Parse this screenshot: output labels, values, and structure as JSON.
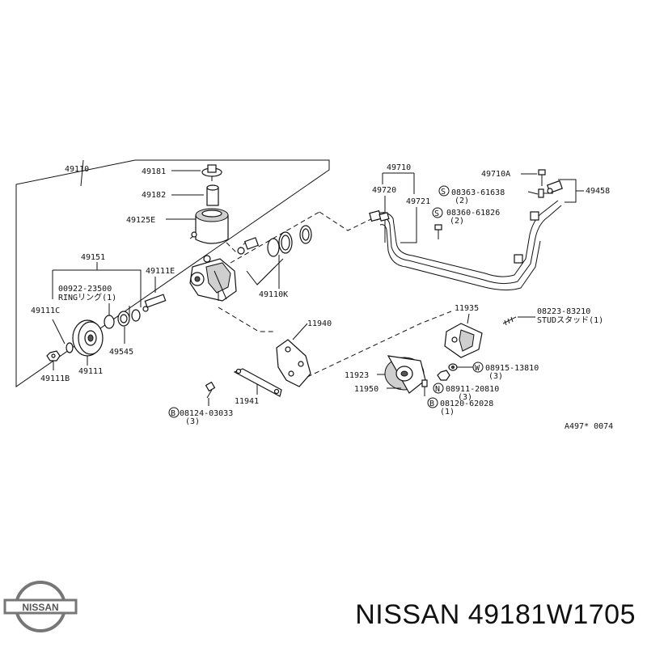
{
  "diagram": {
    "callouts": {
      "c49110": "49110",
      "c49181": "49181",
      "c49182": "49182",
      "c49125E": "49125E",
      "c49151": "49151",
      "c49111E": "49111E",
      "c00922_1": "00922-23500",
      "c00922_2": "RINGリング(1)",
      "c49111C": "49111C",
      "c49545": "49545",
      "c49111": "49111",
      "c49111B": "49111B",
      "c49110K": "49110K",
      "c49710": "49710",
      "c49720": "49720",
      "c49721": "49721",
      "c08363_1": "08363-61638",
      "c08363_2": "(2)",
      "c08360_1": "08360-61826",
      "c08360_2": "(2)",
      "c49710A": "49710A",
      "c49458": "49458",
      "c11935": "11935",
      "c08223_1": "08223-83210",
      "c08223_2": "STUDスタッド(1)",
      "c11940": "11940",
      "c08915_1": "08915-13810",
      "c08915_2": "(3)",
      "c11923": "11923",
      "c08911_1": "08911-20810",
      "c08911_2": "(3)",
      "c11950": "11950",
      "c08120_1": "08120-62028",
      "c08120_2": "(1)",
      "c11941": "11941",
      "c08124_1": "08124-03033",
      "c08124_2": "(3)",
      "ref": "A497* 0074"
    },
    "symbols": {
      "S": "S",
      "B": "B",
      "W": "W",
      "N": "N"
    }
  },
  "footer": {
    "title": "NISSAN 49181W1705"
  },
  "logo": {
    "text": "NISSAN"
  }
}
